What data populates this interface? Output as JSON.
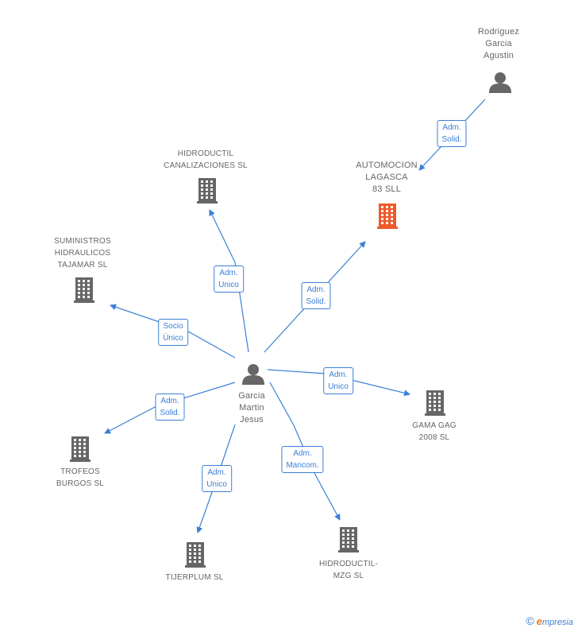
{
  "center": {
    "lines": [
      "Garcia",
      "Martin",
      "Jesus"
    ]
  },
  "person_top": {
    "lines": [
      "Rodriguez",
      "Garcia",
      "Agustin"
    ]
  },
  "companies": [
    {
      "id": "hidroductil-canalizaciones",
      "lines": [
        "HIDRODUCTIL",
        "CANALIZACIONES SL"
      ],
      "color": "#666666"
    },
    {
      "id": "automocion-lagasca",
      "lines": [
        "AUTOMOCION",
        "LAGASCA",
        "83 SLL"
      ],
      "color": "#f05a28"
    },
    {
      "id": "suministros-hidraulicos",
      "lines": [
        "SUMINISTROS",
        "HIDRAULICOS",
        "TAJAMAR SL"
      ],
      "color": "#666666"
    },
    {
      "id": "gama-gag",
      "lines": [
        "GAMA GAG",
        "2008 SL"
      ],
      "color": "#666666"
    },
    {
      "id": "trofeos-burgos",
      "lines": [
        "TROFEOS",
        "BURGOS SL"
      ],
      "color": "#666666"
    },
    {
      "id": "tijerplum",
      "lines": [
        "TIJERPLUM SL"
      ],
      "color": "#666666"
    },
    {
      "id": "hidroductil-mzg",
      "lines": [
        "HIDRODUCTIL-",
        "MZG SL"
      ],
      "color": "#666666"
    }
  ],
  "relations": [
    {
      "id": "rel-top",
      "lines": [
        "Adm.",
        "Solid."
      ]
    },
    {
      "id": "rel-canalizaciones",
      "lines": [
        "Adm.",
        "Unico"
      ]
    },
    {
      "id": "rel-lagasca",
      "lines": [
        "Adm.",
        "Solid."
      ]
    },
    {
      "id": "rel-suministros",
      "lines": [
        "Socio",
        "Único"
      ]
    },
    {
      "id": "rel-gama",
      "lines": [
        "Adm.",
        "Unico"
      ]
    },
    {
      "id": "rel-trofeos",
      "lines": [
        "Adm.",
        "Solid."
      ]
    },
    {
      "id": "rel-tijerplum",
      "lines": [
        "Adm.",
        "Unico"
      ]
    },
    {
      "id": "rel-mzg",
      "lines": [
        "Adm.",
        "Mancom."
      ]
    }
  ],
  "colors": {
    "edge": "#3a7fd5",
    "node": "#666666",
    "highlight": "#f05a28"
  },
  "footer": {
    "copyright": "©",
    "brand_initial": "e",
    "brand_rest": "mpresia"
  }
}
